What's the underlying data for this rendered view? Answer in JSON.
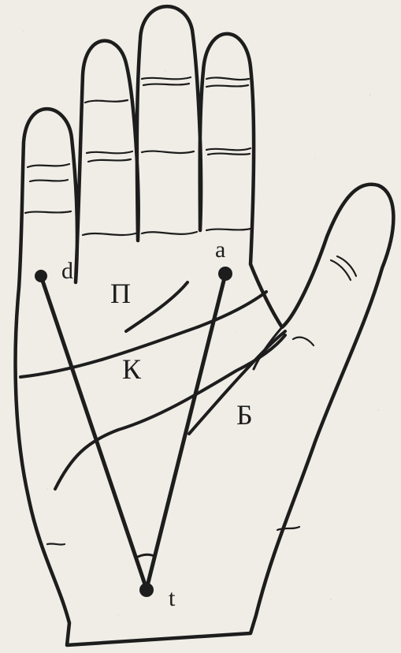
{
  "labels": {
    "d": "d",
    "a": "a",
    "t": "t",
    "region_p": "П",
    "region_k": "К",
    "region_b": "Б"
  },
  "colors": {
    "paper": "#efede6",
    "ink": "#1d1d1d"
  }
}
